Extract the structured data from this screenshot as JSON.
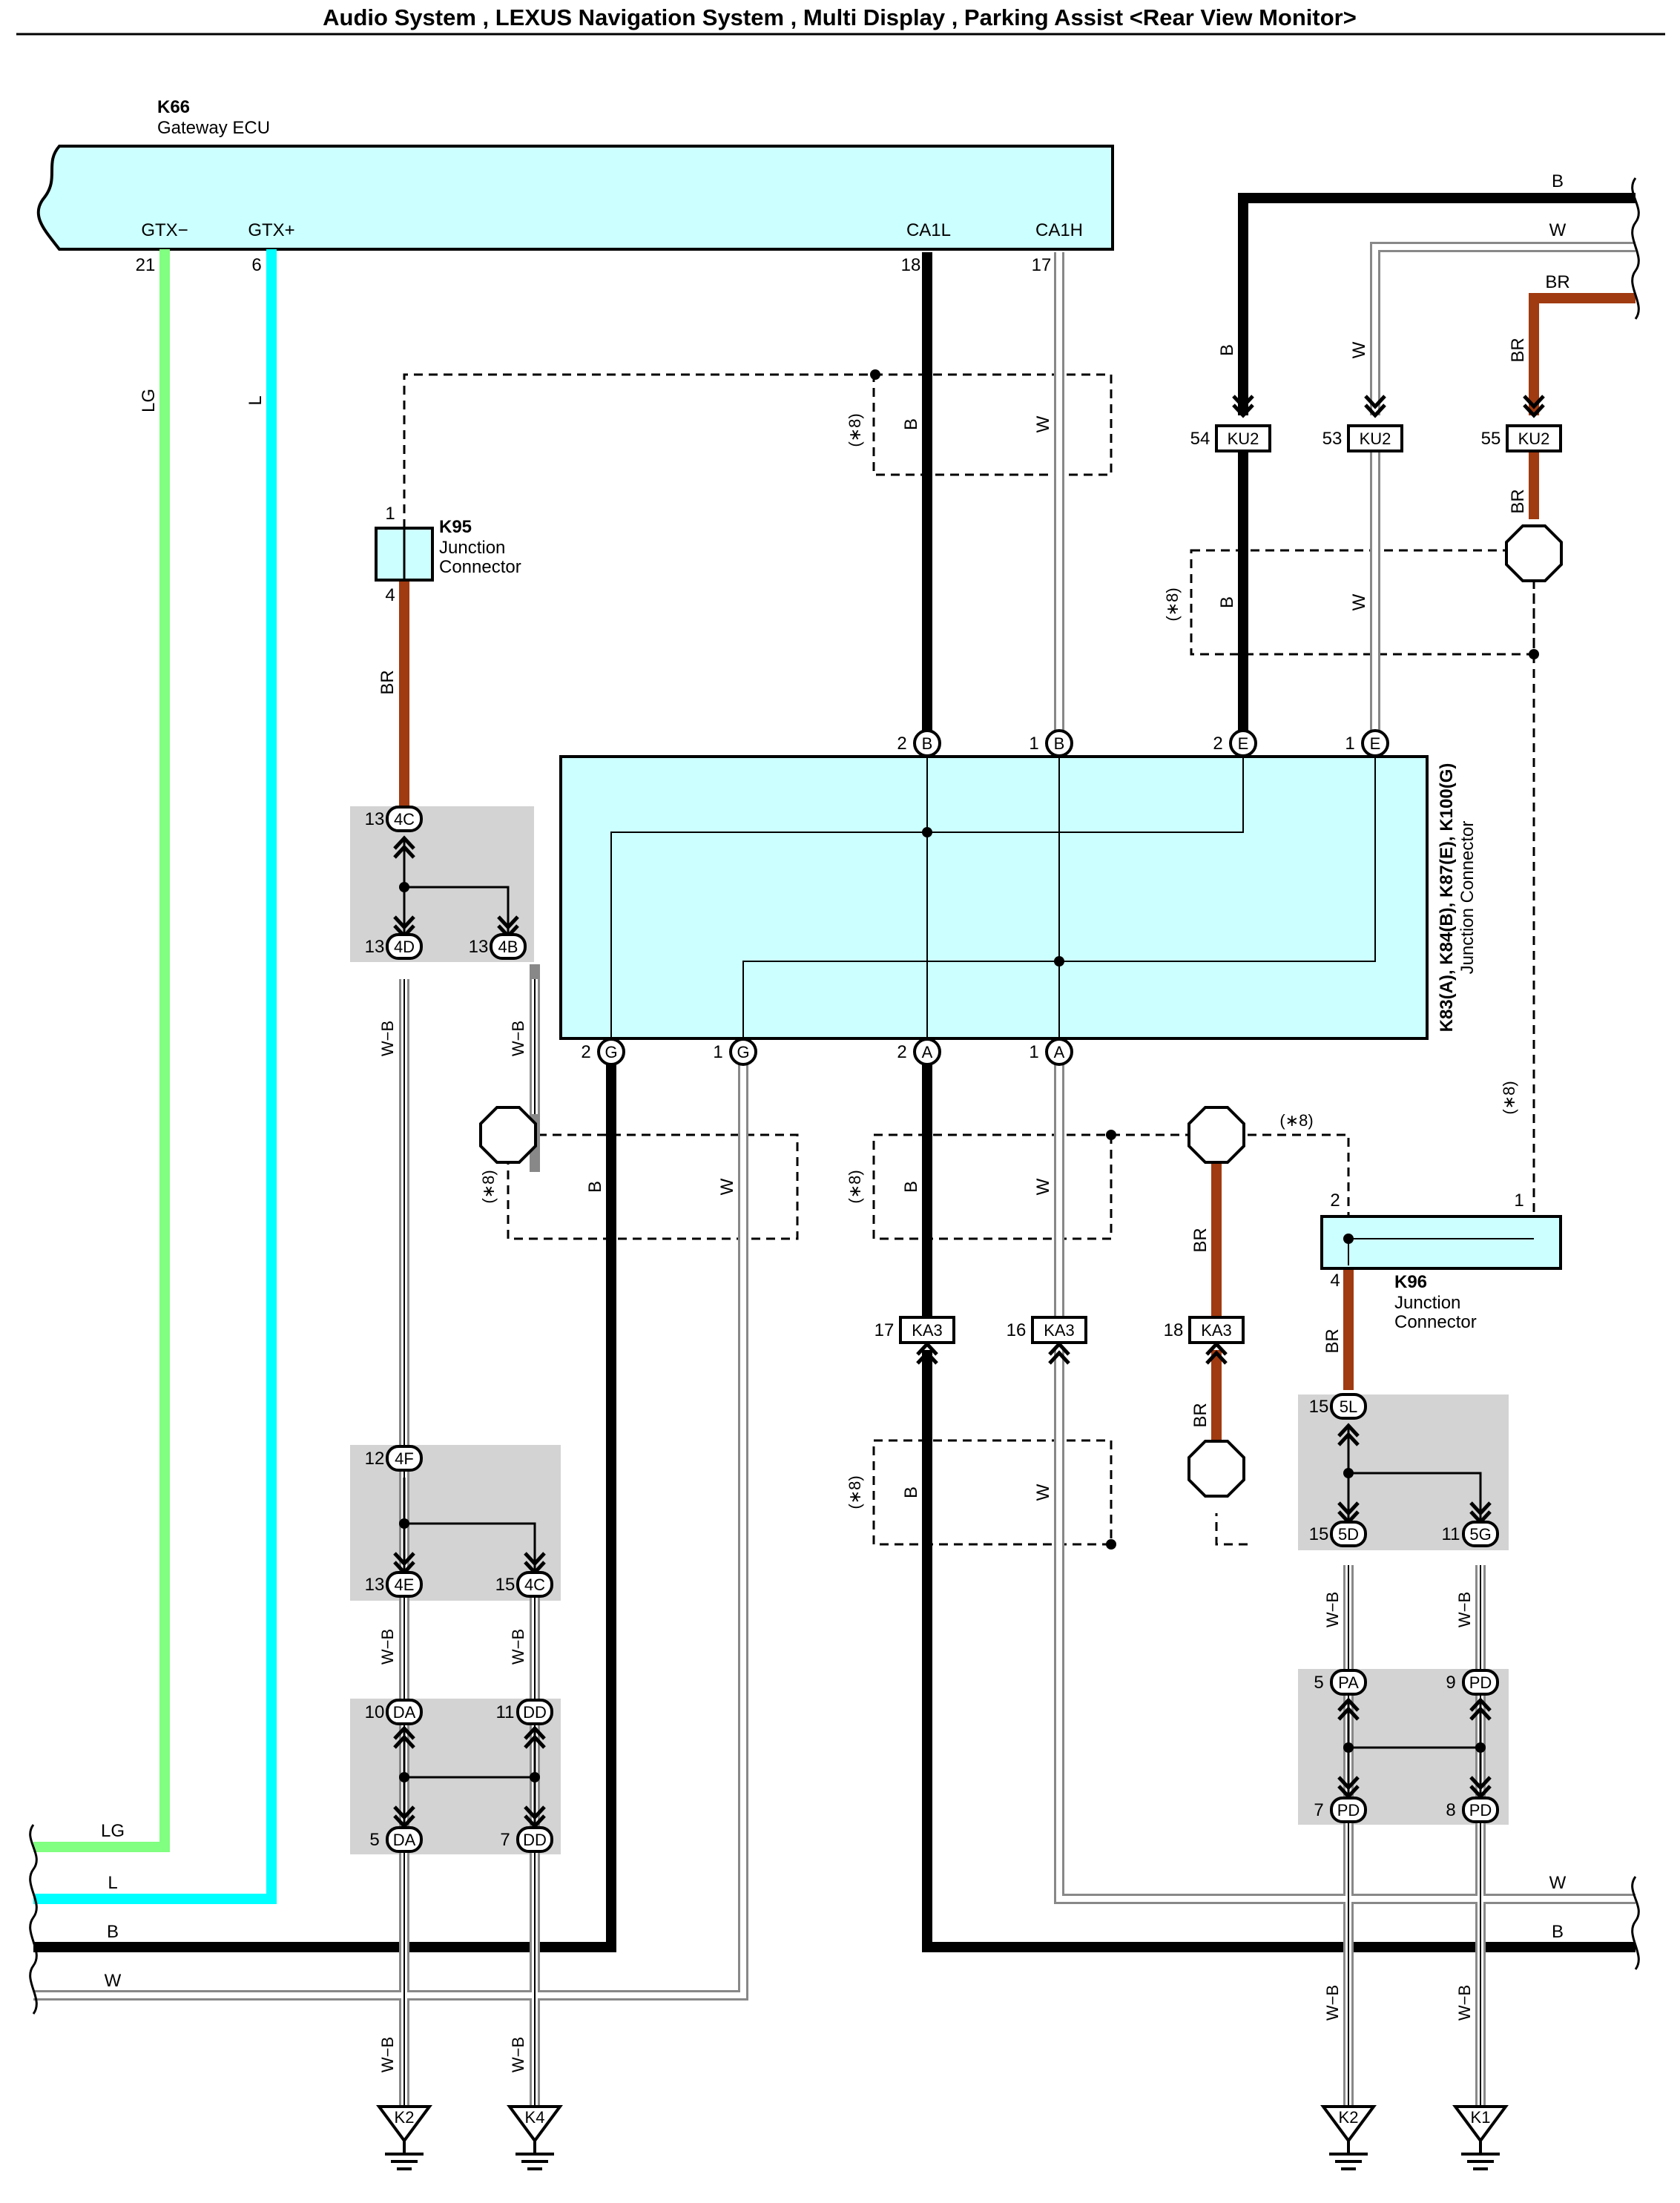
{
  "title": "Audio System , LEXUS Navigation System , Multi Display , Parking Assist <Rear View Monitor>",
  "colors": {
    "ecu": "#ccffff",
    "lg": "#80ff80",
    "l": "#00ffff",
    "br": "#a03a10",
    "w": "#aaaaaa",
    "b": "#000000",
    "joint": "#d3d3d3"
  },
  "components": {
    "k66": {
      "code": "K66",
      "name": "Gateway ECU",
      "pins": [
        {
          "label": "GTX−",
          "num": "21"
        },
        {
          "label": "GTX+",
          "num": "6"
        },
        {
          "label": "CA1L",
          "num": "18"
        },
        {
          "label": "CA1H",
          "num": "17"
        }
      ]
    },
    "k95": {
      "code": "K95",
      "name_line1": "Junction",
      "name_line2": "Connector",
      "pin_top": "1",
      "pin_bottom": "4"
    },
    "k96": {
      "code": "K96",
      "name_line1": "Junction",
      "name_line2": "Connector",
      "pin2": "2",
      "pin1": "1",
      "pin4": "4"
    },
    "jc": {
      "codes": "K83(A), K84(B), K87(E), K100(G)",
      "name": "Junction Connector"
    }
  },
  "wire_labels": {
    "lg": "LG",
    "l": "L",
    "br": "BR",
    "b": "B",
    "w": "W",
    "wb": "W−B"
  },
  "shield_note": "(∗8)",
  "jc_pins": [
    {
      "n": "2",
      "c": "B"
    },
    {
      "n": "1",
      "c": "B"
    },
    {
      "n": "2",
      "c": "E"
    },
    {
      "n": "1",
      "c": "E"
    },
    {
      "n": "2",
      "c": "G"
    },
    {
      "n": "1",
      "c": "G"
    },
    {
      "n": "2",
      "c": "A"
    },
    {
      "n": "1",
      "c": "A"
    }
  ],
  "inline_connectors": {
    "ku2": {
      "label": "KU2",
      "pins": [
        "54",
        "53",
        "55"
      ]
    },
    "ka3": {
      "label": "KA3",
      "pins": [
        "17",
        "16",
        "18"
      ]
    }
  },
  "joints": [
    {
      "num": "13",
      "code": "4C"
    },
    {
      "num": "13",
      "code": "4D"
    },
    {
      "num": "13",
      "code": "4B"
    },
    {
      "num": "12",
      "code": "4F"
    },
    {
      "num": "13",
      "code": "4E"
    },
    {
      "num": "15",
      "code": "4C"
    },
    {
      "num": "10",
      "code": "DA"
    },
    {
      "num": "11",
      "code": "DD"
    },
    {
      "num": "5",
      "code": "DA"
    },
    {
      "num": "7",
      "code": "DD"
    },
    {
      "num": "15",
      "code": "5L"
    },
    {
      "num": "15",
      "code": "5D"
    },
    {
      "num": "11",
      "code": "5G"
    },
    {
      "num": "5",
      "code": "PA"
    },
    {
      "num": "9",
      "code": "PD"
    },
    {
      "num": "7",
      "code": "PD"
    },
    {
      "num": "8",
      "code": "PD"
    }
  ],
  "grounds": [
    "K2",
    "K4",
    "K2",
    "K1"
  ]
}
